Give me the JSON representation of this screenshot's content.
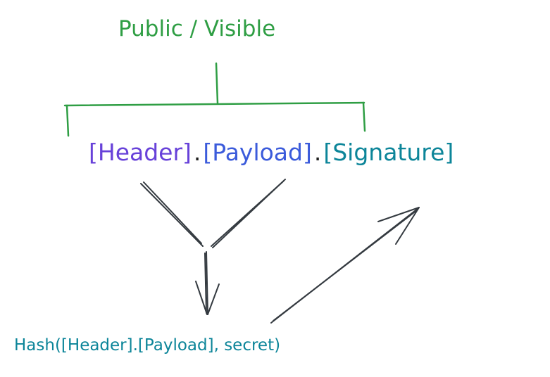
{
  "public_label": "Public / Visible",
  "token": {
    "header": "[Header]",
    "dot1": ".",
    "payload": "[Payload]",
    "dot2": ".",
    "signature": "[Signature]"
  },
  "hash_formula": "Hash([Header].[Payload], secret)",
  "colors": {
    "public_green": "#2f9e44",
    "header_purple": "#6741d9",
    "payload_blue": "#3b5bdb",
    "signature_teal": "#0c8599",
    "hash_teal": "#0c8599",
    "arrow_dark": "#343a40"
  }
}
